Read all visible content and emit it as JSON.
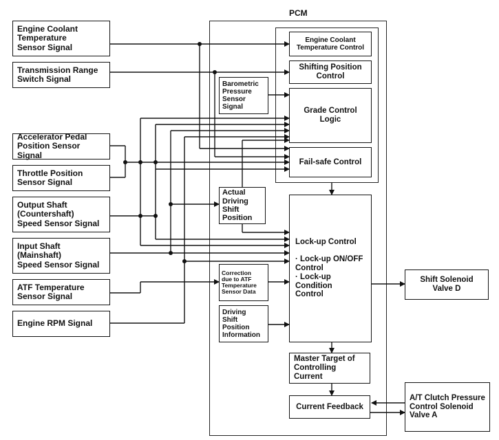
{
  "pcm": {
    "label": "PCM"
  },
  "inputs": {
    "ect": "Engine Coolant\nTemperature\nSensor Signal",
    "trs": "Transmission Range\nSwitch Signal",
    "apps": "Accelerator Pedal\nPosition Sensor Signal",
    "tps": "Throttle Position\nSensor Signal",
    "oss": "Output Shaft\n(Countershaft)\nSpeed Sensor Signal",
    "iss": "Input Shaft\n(Mainshaft)\nSpeed Sensor Signal",
    "atf": "ATF Temperature\nSensor Signal",
    "rpm": "Engine RPM Signal"
  },
  "controls": {
    "ect_control": "Engine Coolant\nTemperature Control",
    "shift_pos": "Shifting Position\nControl",
    "baro": "Barometric\nPressure\nSensor\nSignal",
    "grade": "Grade Control\nLogic",
    "failsafe": "Fail-safe Control",
    "actual": "Actual\nDriving\nShift\nPosition",
    "lockup_title": "Lock-up Control",
    "lockup_item1": "· Lock-up ON/OFF\n  Control",
    "lockup_item2": "· Lock-up Condition\n  Control",
    "correction": "Correction\ndue to ATF\nTemperature\nSensor Data",
    "dsp_info": "Driving\nShift\nPosition\nInformation",
    "master": "Master Target of\nControlling Current",
    "feedback": "Current Feedback"
  },
  "outputs": {
    "shift_d": "Shift Solenoid\nValve D",
    "clutch_a": "A/T Clutch Pressure\nControl Solenoid\nValve A"
  }
}
